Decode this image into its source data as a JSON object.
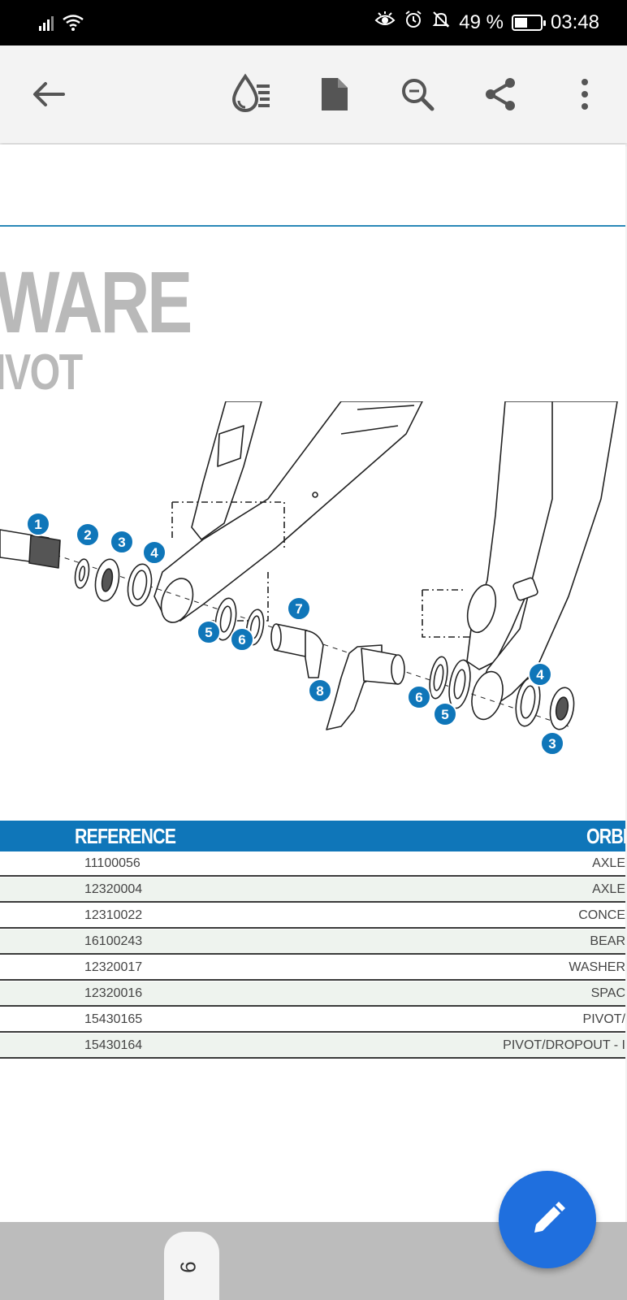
{
  "status_bar": {
    "battery": "49 %",
    "battery_level": 0.49,
    "time": "03:48"
  },
  "toolbar": {
    "back_icon": "arrow-left-icon",
    "icons": [
      "reading-mode-icon",
      "document-icon",
      "search-icon",
      "share-icon",
      "more-vert-icon"
    ]
  },
  "document": {
    "title_line1": "WARE",
    "title_line2": "IVOT",
    "callouts": [
      "1",
      "2",
      "3",
      "4",
      "5",
      "6",
      "7",
      "8",
      "6",
      "5",
      "4",
      "3"
    ],
    "table": {
      "headers": {
        "reference": "REFERENCE",
        "description": "ORBEA"
      },
      "rows": [
        {
          "ref": "11100056",
          "desc": "AXLE"
        },
        {
          "ref": "12320004",
          "desc": "AXLE"
        },
        {
          "ref": "12310022",
          "desc": "CONCE"
        },
        {
          "ref": "16100243",
          "desc": "BEAR"
        },
        {
          "ref": "12320017",
          "desc": "WASHER"
        },
        {
          "ref": "12320016",
          "desc": "SPAC"
        },
        {
          "ref": "15430165",
          "desc": "PIVOT/"
        },
        {
          "ref": "15430164",
          "desc": "PIVOT/DROPOUT - I"
        }
      ]
    }
  },
  "page_indicator": "9",
  "fab": {
    "icon": "pencil-icon"
  },
  "colors": {
    "accent": "#0f76b9",
    "fab": "#1f6fde",
    "title_grey": "#b9b9b9"
  }
}
